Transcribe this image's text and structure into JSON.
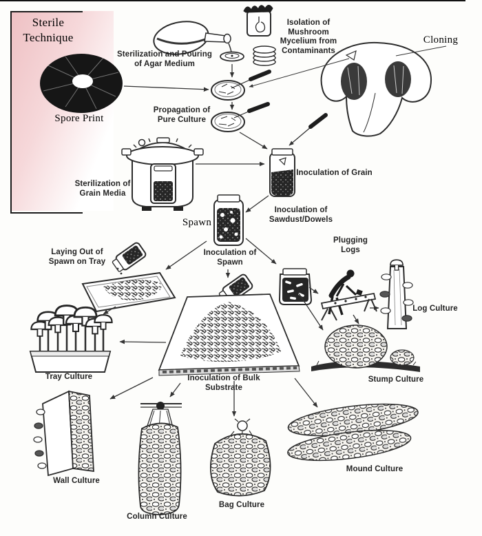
{
  "diagram": {
    "colors": {
      "highlight_pink": "#eec0c3",
      "ink": "#222222",
      "background": "#fdfdfb"
    },
    "labels": {
      "sterile_technique": "Sterile Technique",
      "spore_print": "Spore Print",
      "cloning": "Cloning",
      "spawn": "Spawn",
      "agar": "Sterilization and Pouring of Agar Medium",
      "isolation": "Isolation of Mushroom Mycelium from Contaminants",
      "propagation": "Propagation of Pure Culture",
      "inoculation_grain": "Inoculation of Grain",
      "sterilization_grain": "Sterilization of Grain Media",
      "inoculation_sawdust": "Inoculation of Sawdust/Dowels",
      "laying_out": "Laying Out of Spawn on Tray",
      "inoculation_spawn": "Inoculation of Spawn",
      "plugging_logs": "Plugging Logs",
      "inoculation_bulk": "Inoculation of Bulk Substrate",
      "log_culture": "Log Culture",
      "tray_culture": "Tray Culture",
      "stump_culture": "Stump Culture",
      "wall_culture": "Wall Culture",
      "column_culture": "Column Culture",
      "bag_culture": "Bag Culture",
      "mound_culture": "Mound Culture"
    }
  }
}
